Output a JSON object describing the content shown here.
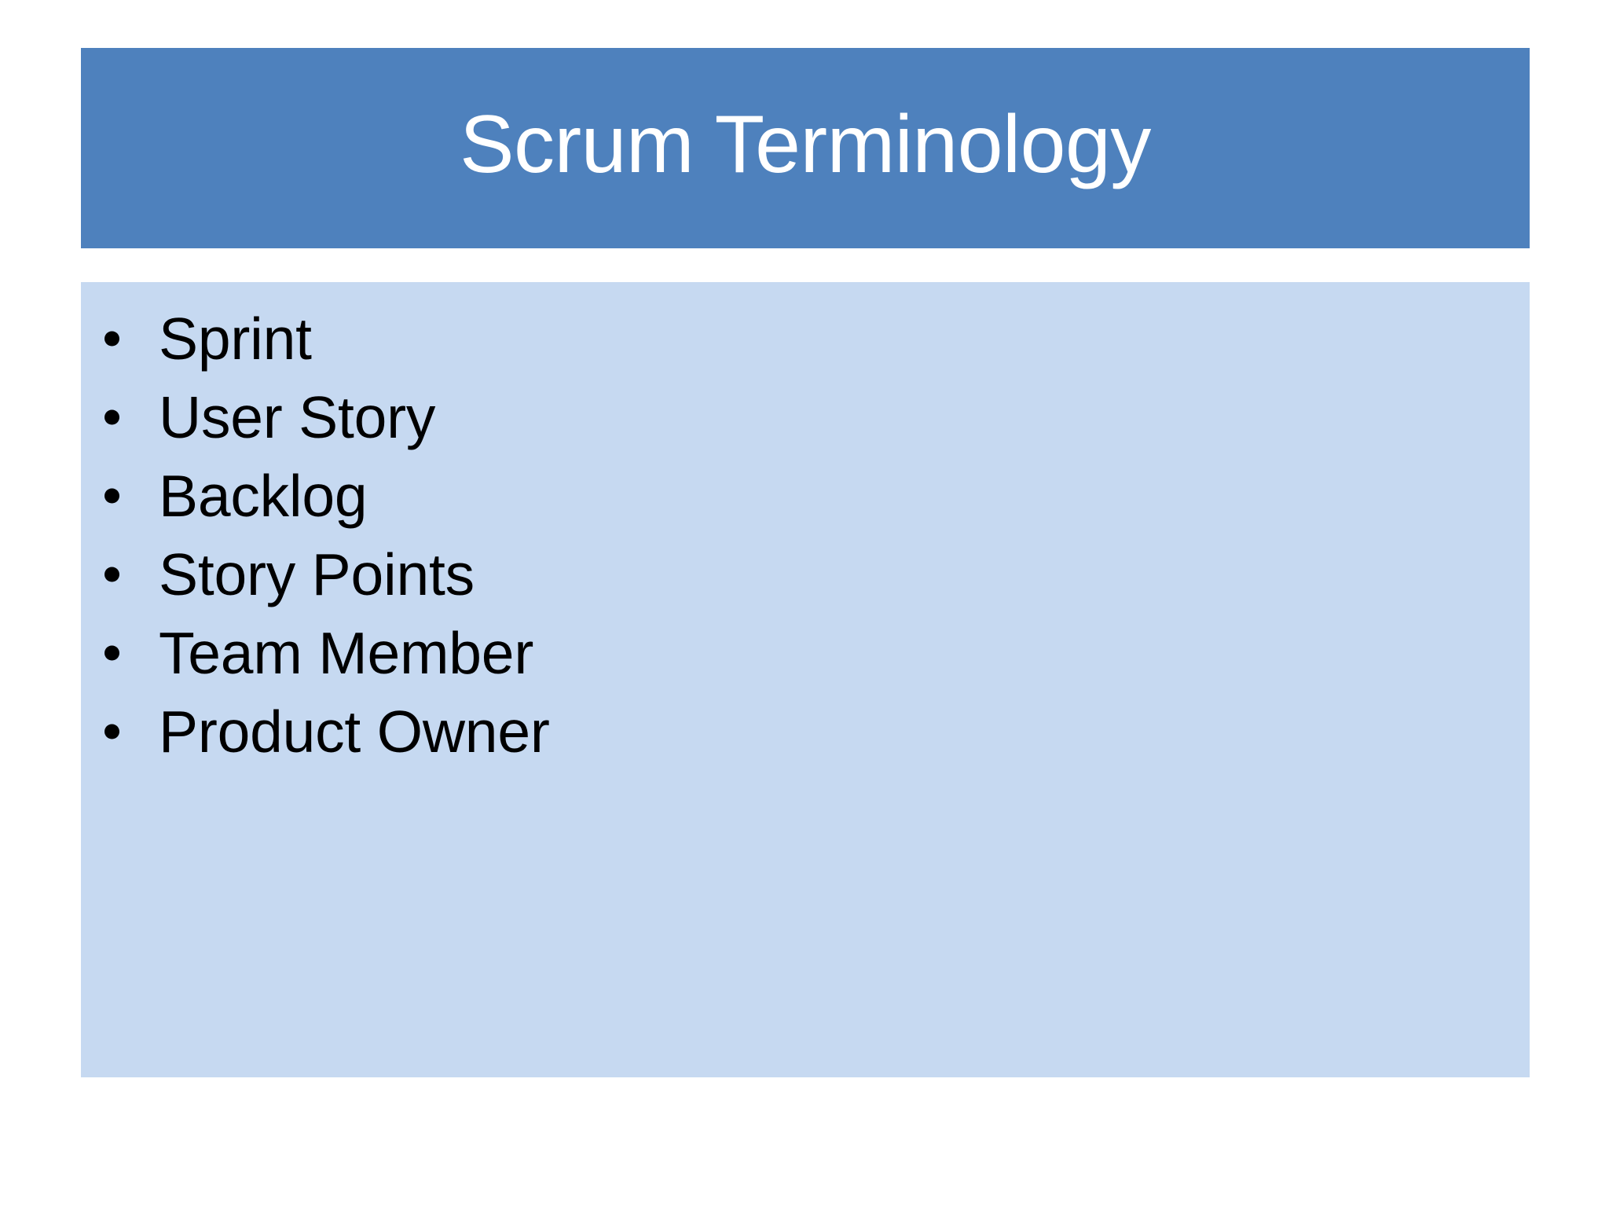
{
  "slide": {
    "background_color": "#ffffff",
    "title": {
      "text": "Scrum Terminology",
      "bar_color": "#4e81bd",
      "text_color": "#ffffff"
    },
    "body": {
      "panel_color": "#c6d9f1",
      "text_color": "#000000",
      "bullet_glyph": "•",
      "items": [
        {
          "label": "Sprint"
        },
        {
          "label": "User Story"
        },
        {
          "label": "Backlog"
        },
        {
          "label": "Story Points"
        },
        {
          "label": "Team Member"
        },
        {
          "label": "Product Owner"
        }
      ]
    }
  }
}
